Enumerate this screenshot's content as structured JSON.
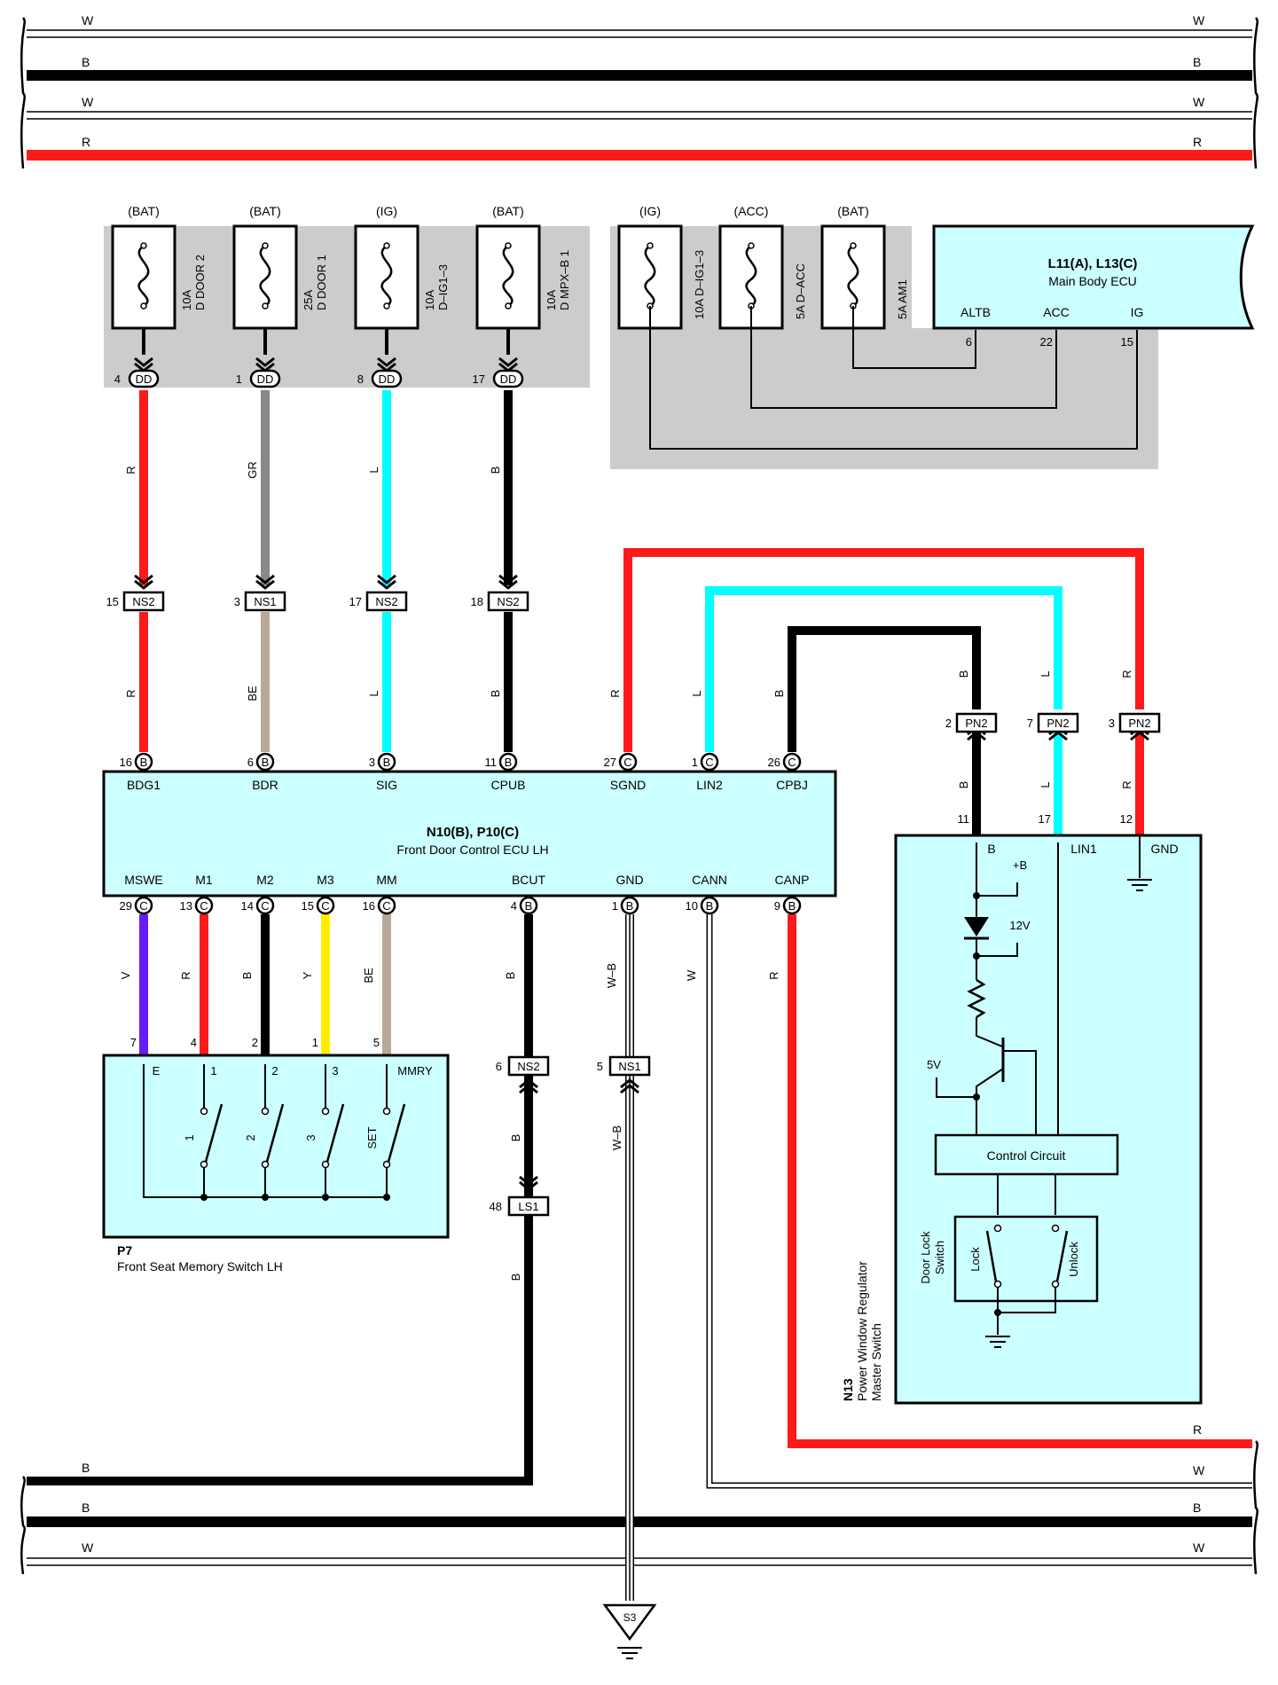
{
  "colors": {
    "R": "#ff1a1a",
    "B": "#000000",
    "W": "#ffffff",
    "GR": "#888888",
    "L": "#00ffff",
    "BE": "#b8a898",
    "V": "#6a1aff",
    "Y": "#ffee00",
    "ecu_fill": "#ccffff",
    "shade": "#cccccc"
  },
  "bus_lines": {
    "top": [
      "W",
      "B",
      "W",
      "R"
    ],
    "bottom": [
      "R",
      "W",
      "B",
      "B",
      "W"
    ]
  },
  "fuses_left": [
    {
      "source": "(BAT)",
      "rating": "10A",
      "name": "D DOOR 2",
      "pin": "4",
      "conn": "DD",
      "wire_upper": "R",
      "ns_pin": "15",
      "ns": "NS2",
      "wire_lower": "R"
    },
    {
      "source": "(BAT)",
      "rating": "25A",
      "name": "D DOOR 1",
      "pin": "1",
      "conn": "DD",
      "wire_upper": "GR",
      "ns_pin": "3",
      "ns": "NS1",
      "wire_lower": "BE"
    },
    {
      "source": "(IG)",
      "rating": "10A",
      "name": "D–IG1–3",
      "pin": "8",
      "conn": "DD",
      "wire_upper": "L",
      "ns_pin": "17",
      "ns": "NS2",
      "wire_lower": "L"
    },
    {
      "source": "(BAT)",
      "rating": "10A",
      "name": "D MPX–B 1",
      "pin": "17",
      "conn": "DD",
      "wire_upper": "B",
      "ns_pin": "18",
      "ns": "NS2",
      "wire_lower": "B"
    }
  ],
  "fuses_right": [
    {
      "source": "(IG)",
      "label": "10A D–IG1–3"
    },
    {
      "source": "(ACC)",
      "label": "5A D–ACC"
    },
    {
      "source": "(BAT)",
      "label": "5A AM1"
    }
  ],
  "main_body_ecu": {
    "title": "L11(A), L13(C)",
    "subtitle": "Main Body ECU",
    "pins": [
      {
        "name": "ALTB",
        "num": "6"
      },
      {
        "name": "ACC",
        "num": "22"
      },
      {
        "name": "IG",
        "num": "15"
      }
    ]
  },
  "front_door_ecu": {
    "title": "N10(B), P10(C)",
    "subtitle": "Front Door Control ECU LH",
    "top_pins": [
      {
        "num": "16",
        "conn": "B",
        "name": "BDG1"
      },
      {
        "num": "6",
        "conn": "B",
        "name": "BDR"
      },
      {
        "num": "3",
        "conn": "B",
        "name": "SIG"
      },
      {
        "num": "11",
        "conn": "B",
        "name": "CPUB"
      },
      {
        "num": "27",
        "conn": "C",
        "name": "SGND",
        "wire": "R"
      },
      {
        "num": "1",
        "conn": "C",
        "name": "LIN2",
        "wire": "L"
      },
      {
        "num": "26",
        "conn": "C",
        "name": "CPBJ",
        "wire": "B"
      }
    ],
    "bottom_pins": [
      {
        "num": "29",
        "conn": "C",
        "name": "MSWE",
        "wire": "V"
      },
      {
        "num": "13",
        "conn": "C",
        "name": "M1",
        "wire": "R"
      },
      {
        "num": "14",
        "conn": "C",
        "name": "M2",
        "wire": "B"
      },
      {
        "num": "15",
        "conn": "C",
        "name": "M3",
        "wire": "Y"
      },
      {
        "num": "16",
        "conn": "C",
        "name": "MM",
        "wire": "BE"
      },
      {
        "num": "4",
        "conn": "B",
        "name": "BCUT",
        "wire": "B"
      },
      {
        "num": "1",
        "conn": "B",
        "name": "GND",
        "wire": "W–B"
      },
      {
        "num": "10",
        "conn": "B",
        "name": "CANN",
        "wire": "W"
      },
      {
        "num": "9",
        "conn": "B",
        "name": "CANP",
        "wire": "R"
      }
    ]
  },
  "seat_switch": {
    "code": "P7",
    "name": "Front Seat Memory Switch LH",
    "pin_nums": [
      "7",
      "4",
      "2",
      "1",
      "5"
    ],
    "terminals": [
      "E",
      "1",
      "2",
      "3",
      "MMRY"
    ],
    "switches": [
      "1",
      "2",
      "3",
      "SET"
    ]
  },
  "bcut_path": {
    "ns_pin": "6",
    "ns": "NS2",
    "wire_mid": "B",
    "ls_pin": "48",
    "ls": "LS1",
    "wire_low": "B"
  },
  "gnd_path": {
    "ns_pin": "5",
    "ns": "NS1",
    "wire_low": "W–B",
    "ground": "S3"
  },
  "pn2": [
    {
      "pin": "2",
      "conn": "PN2",
      "wire": "B",
      "ecu_pin": "11",
      "terminal": "B"
    },
    {
      "pin": "7",
      "conn": "PN2",
      "wire": "L",
      "ecu_pin": "17",
      "terminal": "LIN1"
    },
    {
      "pin": "3",
      "conn": "PN2",
      "wire": "R",
      "ecu_pin": "12",
      "terminal": "GND"
    }
  ],
  "master_switch": {
    "code": "N13",
    "name_line1": "Power Window Regulator",
    "name_line2": "Master Switch",
    "plus_b": "+B",
    "v12": "12V",
    "v5": "5V",
    "control": "Control Circuit",
    "door_lock_line1": "Door Lock",
    "door_lock_line2": "Switch",
    "lock": "Lock",
    "unlock": "Unlock"
  }
}
